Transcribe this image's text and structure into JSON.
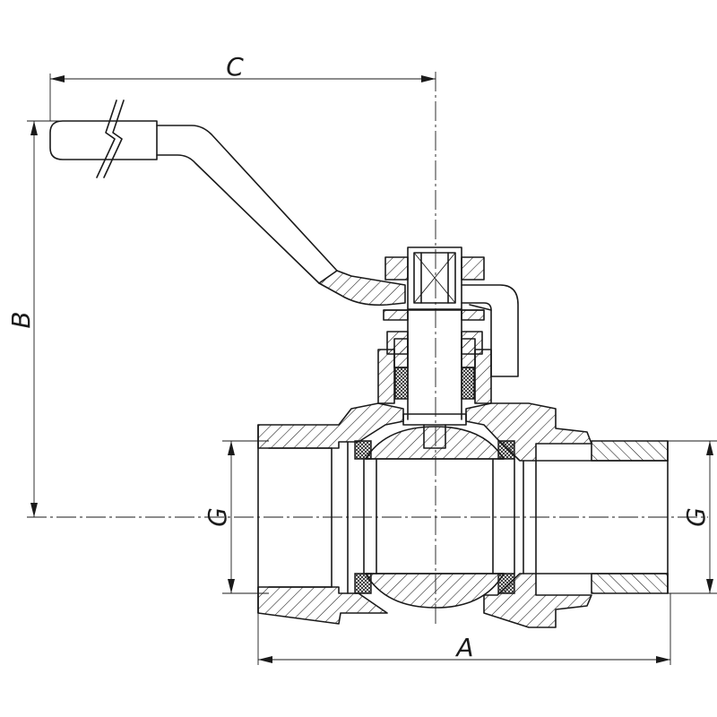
{
  "drawing": {
    "dimensions": {
      "A": "A",
      "B": "B",
      "C": "C",
      "G_left": "G",
      "G_right": "G"
    }
  }
}
